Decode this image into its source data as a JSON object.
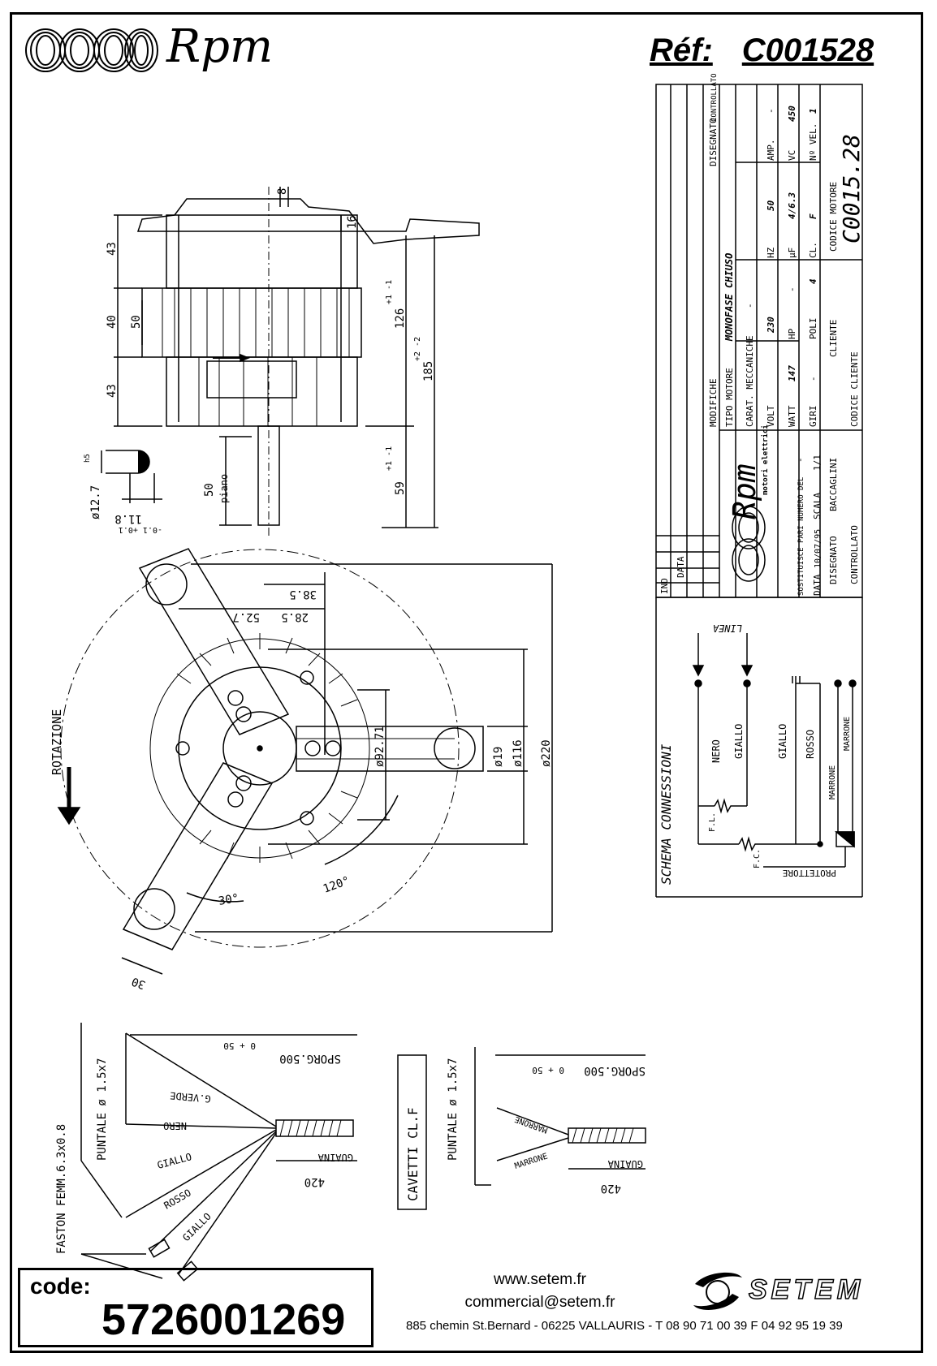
{
  "header": {
    "brand": "Rpm",
    "ref_label": "Réf:",
    "ref_value": "C001528"
  },
  "title_block": {
    "rev_columns": [
      "IND",
      "DATA",
      "MODIFICHE",
      "DISEGNATO",
      "CONTROLLATO"
    ],
    "tipo_motore_label": "TIPO MOTORE",
    "tipo_motore": "MONOFASE CHIUSO",
    "carat_label": "CARAT. MECCANICHE",
    "carat_value": "-",
    "volt_label": "VOLT",
    "volt": "230",
    "hz_label": "HZ",
    "hz": "50",
    "amp_label": "AMP.",
    "amp": "-",
    "watt_label": "WATT",
    "watt": "147",
    "hp_label": "HP",
    "hp": "-",
    "uf_label": "µF",
    "uf": "4/6.3",
    "vc_label": "VC",
    "vc": "450",
    "giri_label": "GIRI",
    "giri": "-",
    "poli_label": "POLI",
    "poli": "4",
    "cl_label": "CL.",
    "cl": "F",
    "nvel_label": "Nº VEL.",
    "nvel": "1",
    "cliente_label": "CLIENTE",
    "codice_motore_label": "CODICE MOTORE",
    "codice_motore": "C0015.28",
    "codice_cliente_label": "CODICE CLIENTE",
    "logo_brand": "Rpm",
    "logo_sub": "motori elettrici",
    "sostituisce_label": "SOSTITUISCE PARI NUMERO DEL",
    "sostituisce_value": "-",
    "data_label": "DATA",
    "data": "10/07/95",
    "scala_label": "SCALA",
    "scala": "1/1",
    "disegnato_label": "DISEGNATO",
    "disegnato": "BACCAGLINI",
    "controllato_label": "CONTROLLATO"
  },
  "schema": {
    "title": "SCHEMA CONNESSIONI",
    "linea": "LINEA",
    "wires": [
      "NERO",
      "GIALLO",
      "GIALLO",
      "ROSSO",
      "MARRONE",
      "MARRONE"
    ],
    "fl": "F.L.",
    "fc": "F.C.",
    "protettore": "PROTETTORE"
  },
  "dimensions": {
    "d43a": "43",
    "d40": "40",
    "d50": "50",
    "d43b": "43",
    "d8": "8",
    "d16": "16",
    "d126": "126",
    "d126_tol": "+1 -1",
    "d185": "185",
    "d185_tol": "+2 -2",
    "d59": "59",
    "d59_tol": "+1 -1",
    "shaft_dia": "ø12.7",
    "shaft_fit": "h5",
    "flat_dim": "11.8",
    "flat_tol": "-0.1 +0.1",
    "flat_len": "50",
    "flat_label": "piano",
    "d38_5": "38.5",
    "d28_5": "28.5",
    "d52_7": "52.7",
    "d92_71": "ø92.71",
    "d19": "ø19",
    "d116": "ø116",
    "d220": "ø220",
    "angle120": "120°",
    "angle30": "30°",
    "d30": "30",
    "rotazione": "ROTAZIONE"
  },
  "cables": {
    "faston": "FASTON FEMM.6.3x0.8",
    "puntale1": "PUNTALE ø 1.5x7",
    "sporg1": "SPORG.500",
    "sporg1_tol": "0 + 50",
    "wire_labels1": [
      "G.VERDE",
      "NERO",
      "GIALLO",
      "ROSSO",
      "GIALLO"
    ],
    "guaina1": "GUAINA",
    "len1": "420",
    "cavetti": "CAVETTI CL.F",
    "puntale2": "PUNTALE ø 1.5x7",
    "sporg2": "SPORG.500",
    "sporg2_tol": "0 + 50",
    "wire_labels2": [
      "MARRONE",
      "MARRONE"
    ],
    "guaina2": "GUAINA",
    "len2": "420"
  },
  "footer": {
    "code_label": "code:",
    "code_value": "5726001269",
    "website": "www.setem.fr",
    "email": "commercial@setem.fr",
    "address": "885 chemin St.Bernard  -  06225 VALLAURIS  -  T 08 90 71 00 39  F 04 92 95 19 39",
    "brand2": "SETEM"
  }
}
